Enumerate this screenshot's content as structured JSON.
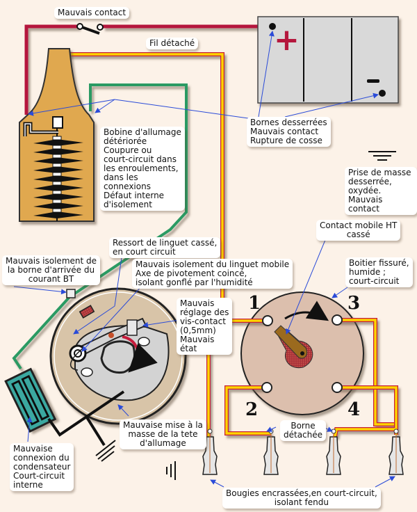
{
  "diagram": {
    "title_hidden": "Circuit d'allumage - pannes",
    "colors": {
      "background": "#fcf2e8",
      "wire_bt": "#b5173d",
      "wire_ht": "#ffd400",
      "wire_ht_edge": "#c51a3a",
      "wire_ground": "#2a9a63",
      "pointer": "#2a4bd8",
      "battery": "#d9d9d9",
      "coil": "#e0a850",
      "distributor_cap": "#dcbfad",
      "condenser": "#3aa8a0"
    },
    "battery": {
      "plus_symbol": "+",
      "minus_symbol": "–"
    },
    "cylinders": [
      "1",
      "2",
      "3",
      "4"
    ],
    "labels": {
      "mauvais_contact": "Mauvais contact",
      "fil_detache": "Fil détaché",
      "bornes": "Bornes desserrées\nMauvais contact\nRupture de cosse",
      "prise_masse": "Prise de masse\ndesserrée,\noxydée.\nMauvais contact",
      "bobine": "Bobine d'allumage\ndétériorée\nCoupure ou\ncourt-circuit dans\nles enroulements,\ndans les\nconnexions\nDéfaut interne\nd'isolement",
      "contact_mobile": "Contact mobile HT\ncassé",
      "ressort": "Ressort de linguet cassé,\nen court circuit",
      "isolement_borne": "Mauvais isolement de\nla borne d'arrivée du\ncourant BT",
      "isolement_linguet": "Mauvais isolement du linguet mobile\nAxe de pivotement coincé,\nisolant gonflé par l'humidité",
      "boitier": "Boitier fissuré,\nhumide ;\ncourt-circuit",
      "reglage": "Mauvais\nréglage des\nvis-contact\n(0,5mm)\nMauvais\nétat",
      "mise_masse": "Mauvaise mise à la\nmasse de la tete\nd'allumage",
      "borne_detachee": "Borne\ndétachée",
      "condensateur": "Mauvaise\nconnexion du\ncondensateur\nCourt-circuit\ninterne",
      "bougies": "Bougies encrassées,en court-circuit,\nisolant fendu"
    }
  }
}
